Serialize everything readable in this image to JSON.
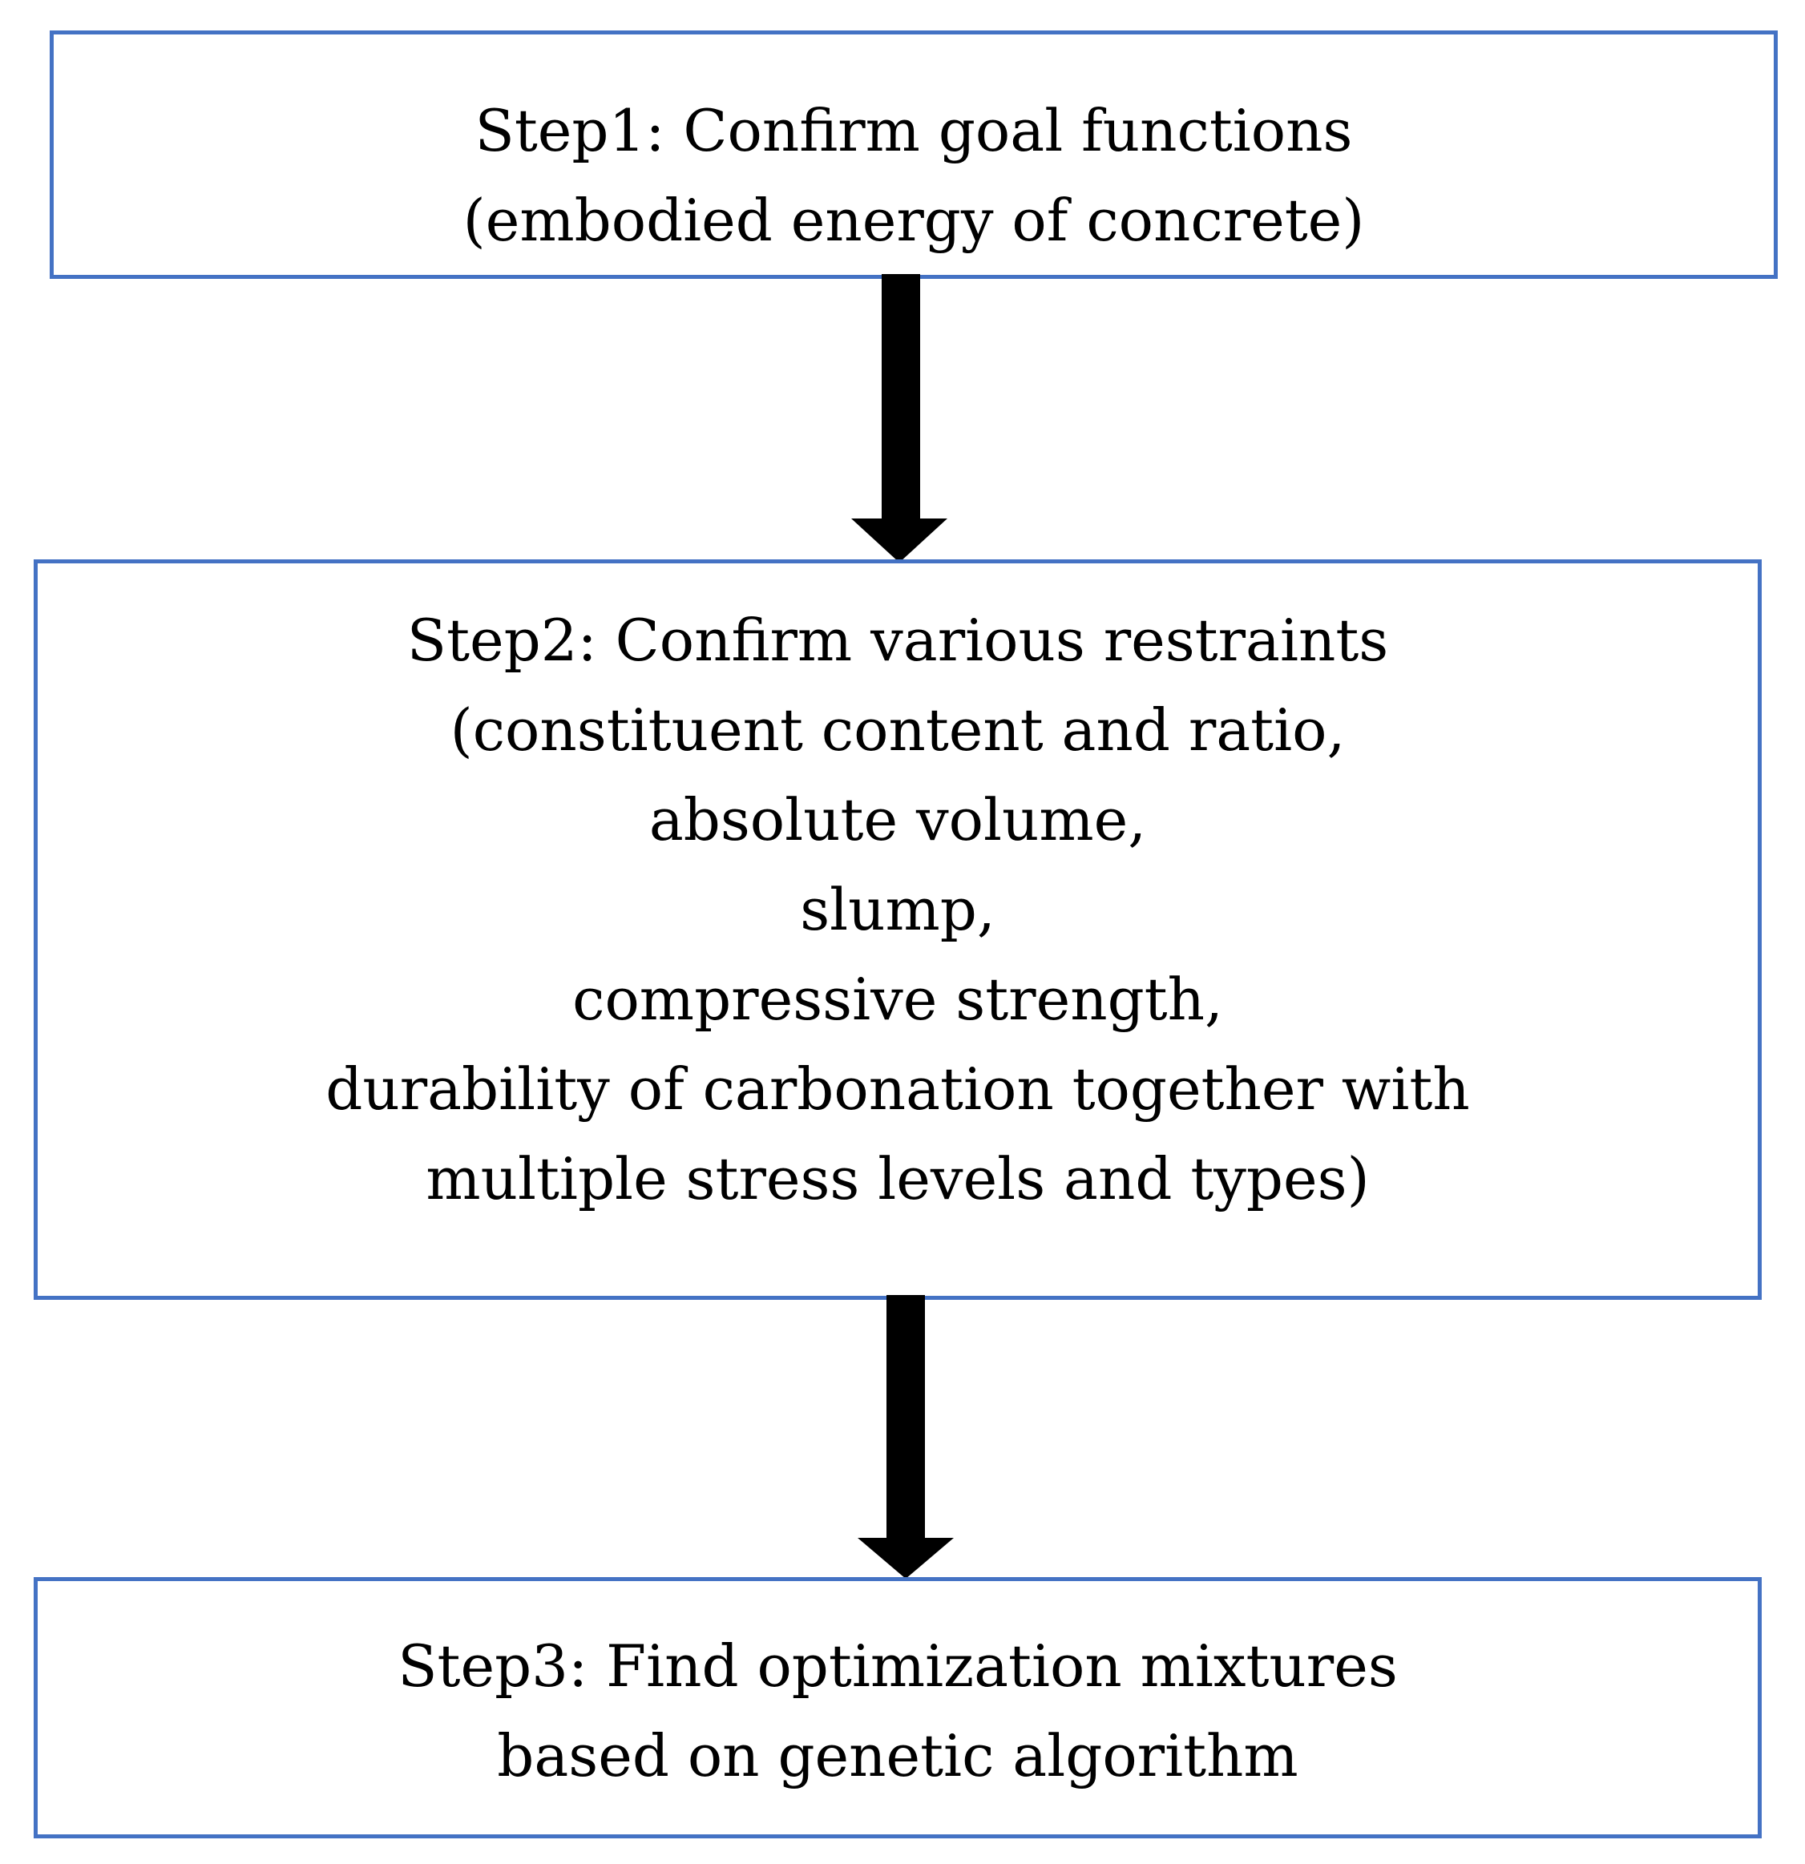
{
  "steps": [
    {
      "lines": [
        "Step1: Confirm goal functions",
        "(embodied energy of concrete)"
      ]
    },
    {
      "lines": [
        "Step2: Confirm various restraints",
        "(constituent content and ratio,",
        "absolute volume,",
        "slump,",
        "compressive strength,",
        "durability of carbonation together with",
        "multiple stress levels and types)"
      ]
    },
    {
      "lines": [
        "Step3: Find optimization mixtures",
        "based on genetic algorithm"
      ]
    }
  ],
  "colors": {
    "box_border": "#4472c4",
    "arrow": "#000000",
    "text": "#000000"
  }
}
